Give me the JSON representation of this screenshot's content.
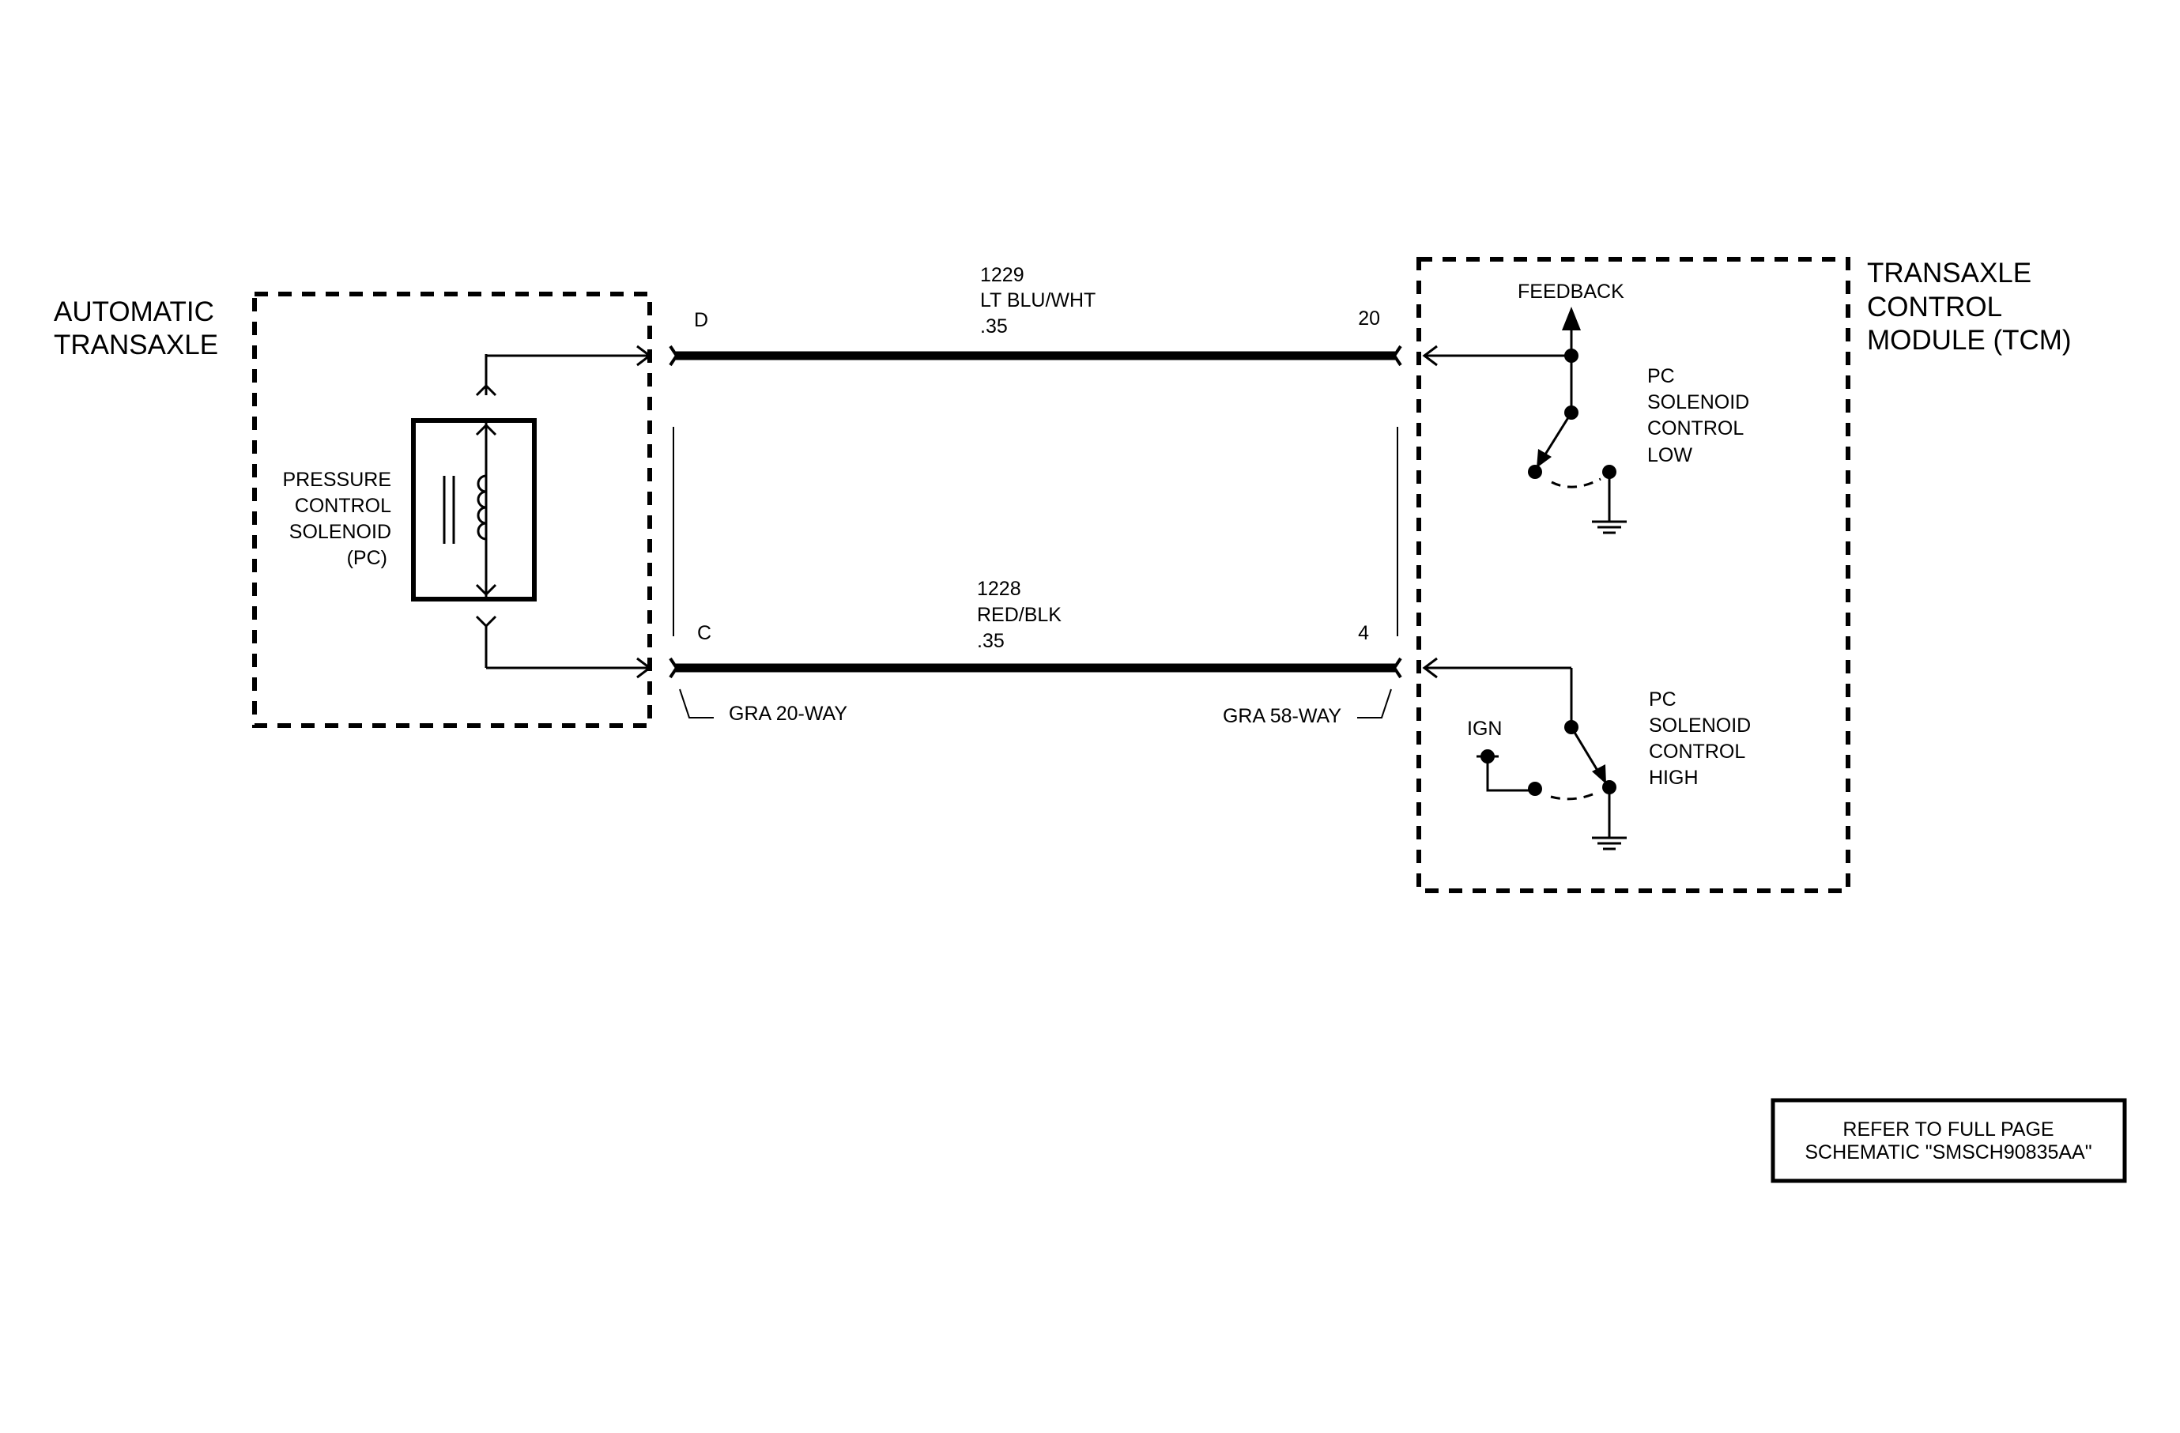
{
  "left_module": {
    "title_line1": "AUTOMATIC",
    "title_line2": "TRANSAXLE"
  },
  "right_module": {
    "title_line1": "TRANSAXLE",
    "title_line2": "CONTROL",
    "title_line3": "MODULE (TCM)"
  },
  "solenoid": {
    "line1": "PRESSURE",
    "line2": "CONTROL",
    "line3": "SOLENOID",
    "line4": "(PC)"
  },
  "wire_top": {
    "circuit": "1229",
    "color": "LT BLU/WHT",
    "gauge": ".35",
    "pin_left": "D",
    "pin_right": "20"
  },
  "wire_bottom": {
    "circuit": "1228",
    "color": "RED/BLK",
    "gauge": ".35",
    "pin_left": "C",
    "pin_right": "4"
  },
  "connector_left": "GRA 20-WAY",
  "connector_right": "GRA 58-WAY",
  "switch_low": {
    "feedback": "FEEDBACK",
    "line1": "PC",
    "line2": "SOLENOID",
    "line3": "CONTROL",
    "line4": "LOW"
  },
  "switch_high": {
    "ign": "IGN",
    "line1": "PC",
    "line2": "SOLENOID",
    "line3": "CONTROL",
    "line4": "HIGH"
  },
  "refer_box": {
    "line1": "REFER TO FULL PAGE",
    "line2": "SCHEMATIC \"SMSCH90835AA\""
  }
}
